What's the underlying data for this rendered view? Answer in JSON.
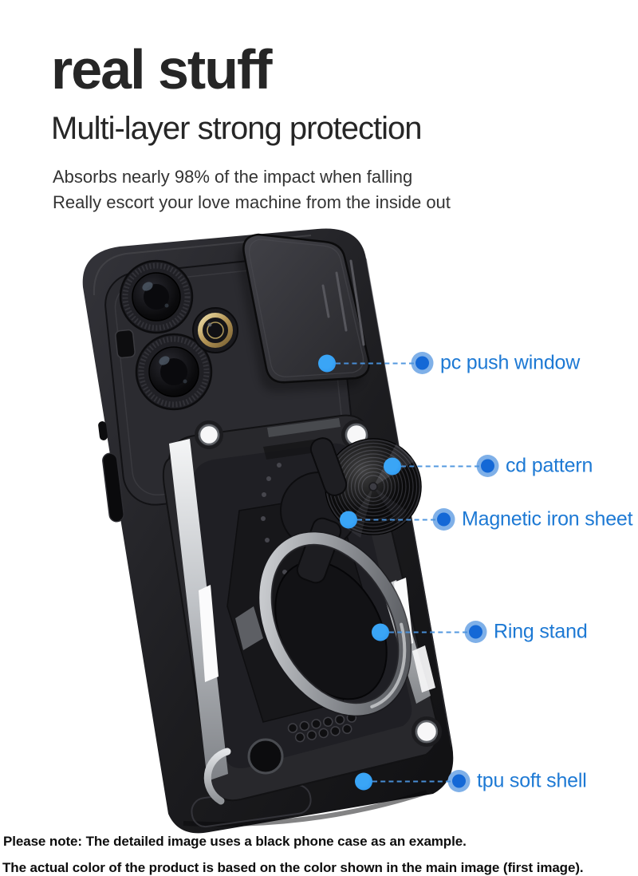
{
  "header": {
    "title": "real stuff",
    "subtitle": "Multi-layer strong protection",
    "description_lines": [
      "Absorbs nearly 98% of the impact when falling",
      "Really escort your love machine from the inside out"
    ]
  },
  "callouts": [
    {
      "label": "pc push window"
    },
    {
      "label": "cd pattern"
    },
    {
      "label": "Magnetic iron sheet"
    },
    {
      "label": "Ring stand"
    },
    {
      "label": "tpu soft shell"
    }
  ],
  "footnotes": [
    "Please note: The detailed image uses a black phone case as an example.",
    "The actual color of the product is based on the color shown in the main image (first image)."
  ],
  "colors": {
    "page-bg": "#ffffff",
    "accent-blue": "#1d79d4",
    "dot-core": "#1468d6",
    "dot-halo": "#7fb0e8",
    "anchor-dot": "#2b95f0",
    "dash-line": "#4a93de",
    "title-color": "#262626",
    "body-color": "#333333",
    "note-color": "#0d0d0d"
  }
}
